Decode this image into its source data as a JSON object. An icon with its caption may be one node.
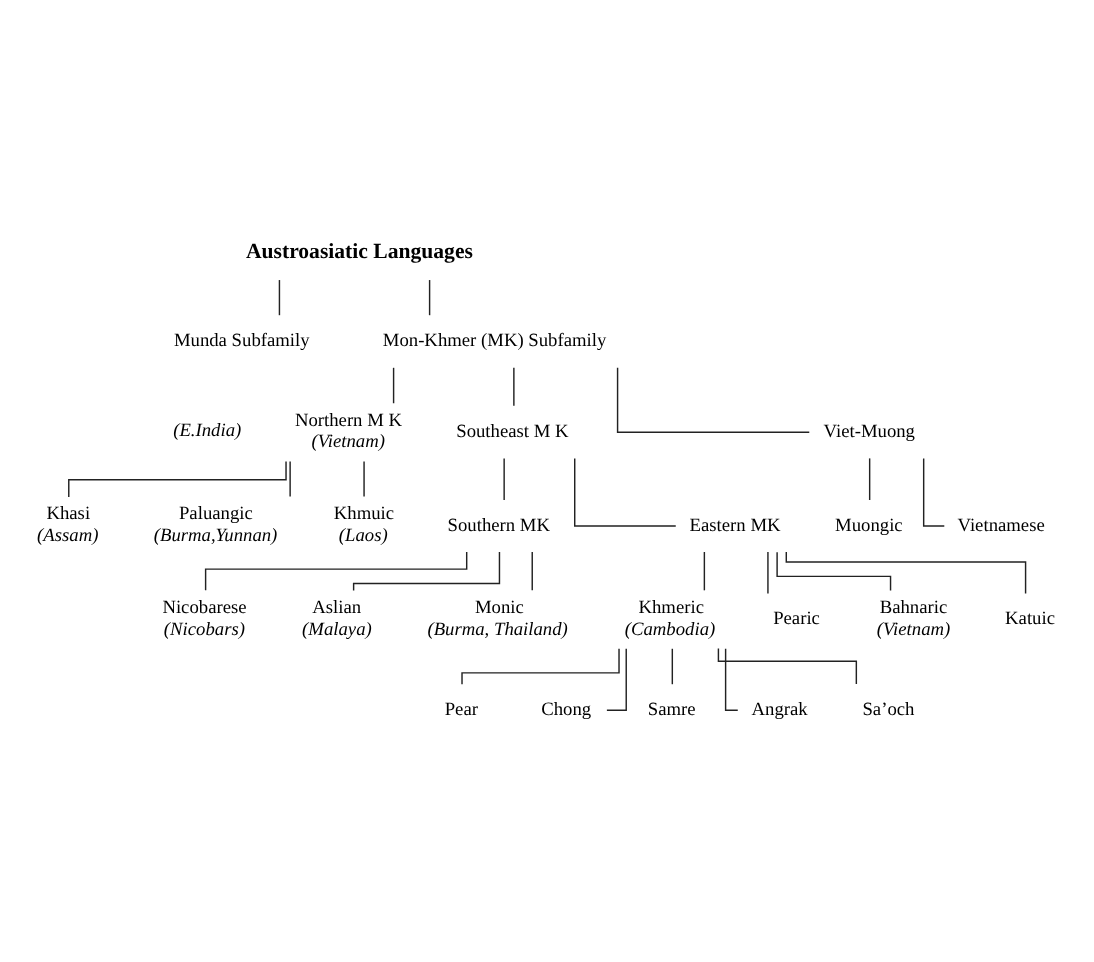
{
  "diagram": {
    "nodes": [
      {
        "text": [
          "Austroasiatic Languages"
        ]
      },
      {
        "text": [
          "Munda Subfamily"
        ]
      },
      {
        "text": [
          "Mon-Khmer (MK) Subfamily"
        ]
      },
      {
        "text": [
          "Northern M K"
        ],
        "beside": [
          "(Vietnam)"
        ]
      },
      {
        "text": [
          "Southeast M K"
        ]
      },
      {
        "text": [
          "Viet-Muong"
        ]
      },
      {
        "text": [
          "Khasi"
        ],
        "beside": [
          "(Assam)"
        ]
      },
      {
        "text": [
          "Paluangic"
        ],
        "beside": [
          "(Burma,Yunnan)"
        ]
      },
      {
        "text": [
          "Khmuic"
        ],
        "beside": [
          "(Laos)"
        ]
      },
      {
        "text": [
          "Muongic"
        ]
      },
      {
        "text": [
          "Vietnamese"
        ]
      },
      {
        "text": [
          "Southern MK"
        ]
      },
      {
        "text": [
          "Eastern MK"
        ]
      },
      {
        "text": [
          "Nicobarese"
        ],
        "beside": [
          "(Nicobars)"
        ]
      },
      {
        "text": [
          "Aslian"
        ],
        "beside": [
          "(Malaya)"
        ]
      },
      {
        "text": [
          "Monic"
        ],
        "beside": [
          "(Burma, Thailand)"
        ]
      },
      {
        "text": [
          "Khmeric"
        ],
        "beside": [
          "(Cambodia)"
        ]
      },
      {
        "text": [
          "Pearic"
        ]
      },
      {
        "text": [
          "Bahnaric"
        ],
        "beside": [
          "(Vietnam)"
        ]
      },
      {
        "text": [
          "Katuic"
        ]
      },
      {
        "text": [
          "Pear"
        ]
      },
      {
        "text": [
          "Chong"
        ]
      },
      {
        "text": [
          "Samre"
        ]
      },
      {
        "text": [
          "Angrak"
        ]
      },
      {
        "text": [
          "Sa’och"
        ]
      }
    ],
    "edges": [
      {
        "from": 0,
        "to": 1,
        "arrow": "none"
      },
      {
        "from": 0,
        "to": 2,
        "arrow": "none"
      },
      {
        "from": 2,
        "to": 3,
        "arrow": "none"
      },
      {
        "from": 2,
        "to": 4,
        "arrow": "none"
      },
      {
        "from": 2,
        "to": 5,
        "arrow": "none"
      },
      {
        "from": 3,
        "to": 6,
        "arrow": "none"
      },
      {
        "from": 3,
        "to": 7,
        "arrow": "none"
      },
      {
        "from": 3,
        "to": 8,
        "arrow": "none"
      },
      {
        "from": 5,
        "to": 9,
        "arrow": "none"
      },
      {
        "from": 5,
        "to": 10,
        "arrow": "none"
      },
      {
        "from": 4,
        "to": 11,
        "arrow": "none"
      },
      {
        "from": 4,
        "to": 12,
        "arrow": "none"
      },
      {
        "from": 11,
        "to": 13,
        "arrow": "none"
      },
      {
        "from": 11,
        "to": 14,
        "arrow": "none"
      },
      {
        "from": 11,
        "to": 15,
        "arrow": "none"
      },
      {
        "from": 12,
        "to": 16,
        "arrow": "none"
      },
      {
        "from": 12,
        "to": 17,
        "arrow": "none"
      },
      {
        "from": 12,
        "to": 18,
        "arrow": "none"
      },
      {
        "from": 12,
        "to": 19,
        "arrow": "none"
      },
      {
        "from": 16,
        "to": 20,
        "arrow": "none"
      },
      {
        "from": 16,
        "to": 21,
        "arrow": "none"
      },
      {
        "from": 16,
        "to": 22,
        "arrow": "none"
      },
      {
        "from": 16,
        "to": 23,
        "arrow": "none"
      },
      {
        "from": 16,
        "to": 24,
        "arrow": "none"
      }
    ],
    "labels": [
      "(E.India)"
    ]
  }
}
